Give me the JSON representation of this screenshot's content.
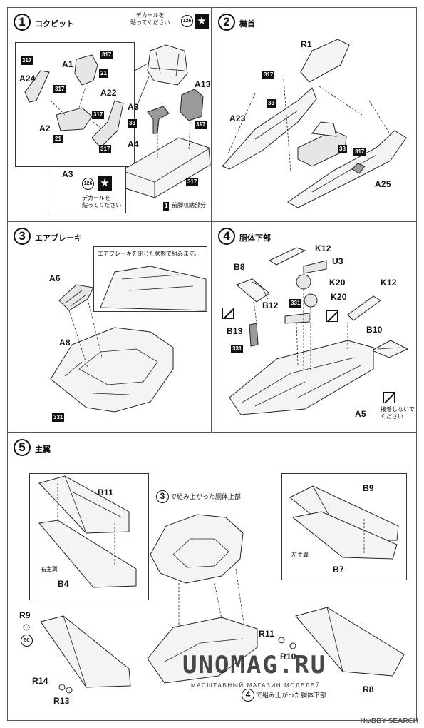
{
  "steps": [
    {
      "num": "1",
      "title": "コクピット"
    },
    {
      "num": "2",
      "title": "機首"
    },
    {
      "num": "3",
      "title": "エアブレーキ"
    },
    {
      "num": "4",
      "title": "胴体下部"
    },
    {
      "num": "5",
      "title": "主翼"
    }
  ],
  "step1": {
    "decal_note": "デカールを\n貼ってください",
    "decal_num": "126",
    "star": "★",
    "parts": [
      "A1",
      "A24",
      "A22",
      "A2",
      "A3",
      "A13",
      "A4"
    ],
    "tags": [
      "317",
      "317",
      "21",
      "317",
      "317",
      "21",
      "317",
      "33",
      "317",
      "317"
    ],
    "inset_part": "A3",
    "inset_decal_num": "126",
    "inset_note": "デカールを\n貼ってください",
    "footnote_num": "1",
    "footnote": "前脚収納部分"
  },
  "step2": {
    "parts": [
      "R1",
      "A23",
      "A25"
    ],
    "tags": [
      "317",
      "33",
      "33",
      "317"
    ]
  },
  "step3": {
    "inset_note": "エアブレーキを閉じた状態で組みます。",
    "parts": [
      "A6",
      "A8"
    ],
    "tags": [
      "331"
    ]
  },
  "step4": {
    "parts": [
      "K12",
      "U3",
      "B8",
      "K20",
      "K20",
      "K12",
      "B12",
      "B13",
      "B10",
      "A5"
    ],
    "tags": [
      "331",
      "331"
    ],
    "note": "接着しないで\nください"
  },
  "step5": {
    "parts_left": [
      "B11",
      "B4",
      "R9",
      "R14",
      "R13"
    ],
    "left_label": "右主翼",
    "tag_50": "50",
    "ref3_num": "3",
    "ref3_text": "で組み上がった胴体上部",
    "ref4_num": "4",
    "ref4_text": "で組み上がった胴体下部",
    "parts_right": [
      "B9",
      "B7",
      "R11",
      "R10",
      "R8"
    ],
    "right_label": "左主翼"
  },
  "watermark": "UNOMAG.RU",
  "watermark_sub": "МАСШТАБНЫЙ МАГАЗИН МОДЕЛЕЙ",
  "footer": "H⊙BBY SEARCH"
}
